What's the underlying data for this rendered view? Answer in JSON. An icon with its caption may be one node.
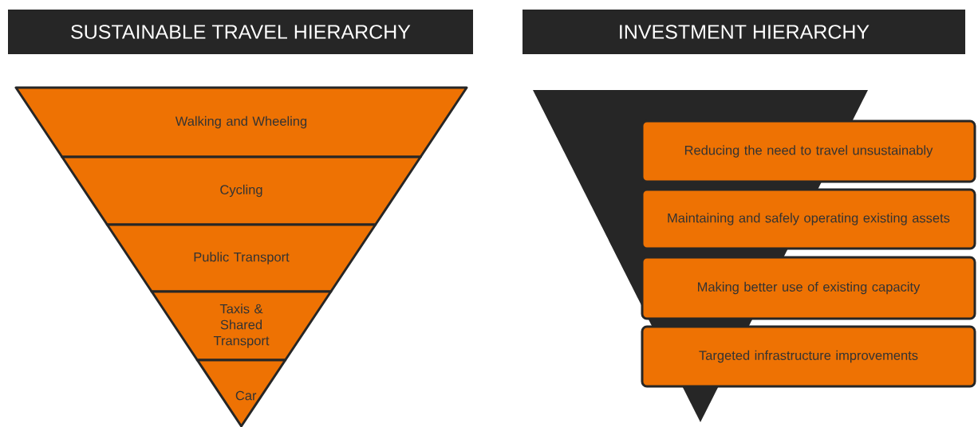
{
  "diagram": {
    "nodes": [
      {
        "text": [
          "SUSTAINABLE TRAVEL HIERARCHY"
        ]
      },
      {
        "text": [
          "Walking and Wheeling"
        ]
      },
      {
        "text": [
          "Cycling"
        ]
      },
      {
        "text": [
          "Public Transport"
        ]
      },
      {
        "text": [
          "Taxis & Shared Transport"
        ]
      },
      {
        "text": [
          "Car"
        ]
      },
      {
        "text": [
          "INVESTMENT HIERARCHY"
        ]
      },
      {
        "text": [
          "Reducing the need to travel unsustainably"
        ]
      },
      {
        "text": [
          "Maintaining and safely operating existing assets"
        ]
      },
      {
        "text": [
          "Making better use of existing capacity"
        ]
      },
      {
        "text": [
          "Targeted infrastructure improvements"
        ]
      }
    ]
  }
}
